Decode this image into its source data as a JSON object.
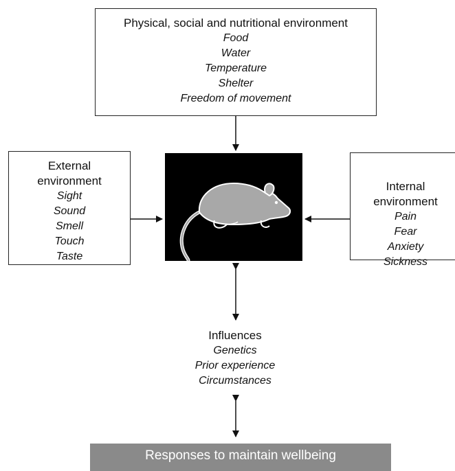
{
  "top_box": {
    "title": "Physical, social and nutritional environment",
    "items": [
      "Food",
      "Water",
      "Temperature",
      "Shelter",
      "Freedom of movement"
    ]
  },
  "left_box": {
    "title_line1": "External",
    "title_line2": "environment",
    "items": [
      "Sight",
      "Sound",
      "Smell",
      "Touch",
      "Taste"
    ]
  },
  "right_box": {
    "title_line1": "Internal",
    "title_line2": "environment",
    "items": [
      "Pain",
      "Fear",
      "Anxiety",
      "Sickness"
    ]
  },
  "influences": {
    "title": "Influences",
    "items": [
      "Genetics",
      "Prior experience",
      "Circumstances"
    ]
  },
  "bottom_bar": {
    "label": "Responses to maintain wellbeing"
  },
  "center_icon": "rat-icon",
  "colors": {
    "panel": "#000000",
    "rat": "#a8a8a8",
    "bar": "#8a8a8a",
    "bar_text": "#ffffff"
  }
}
